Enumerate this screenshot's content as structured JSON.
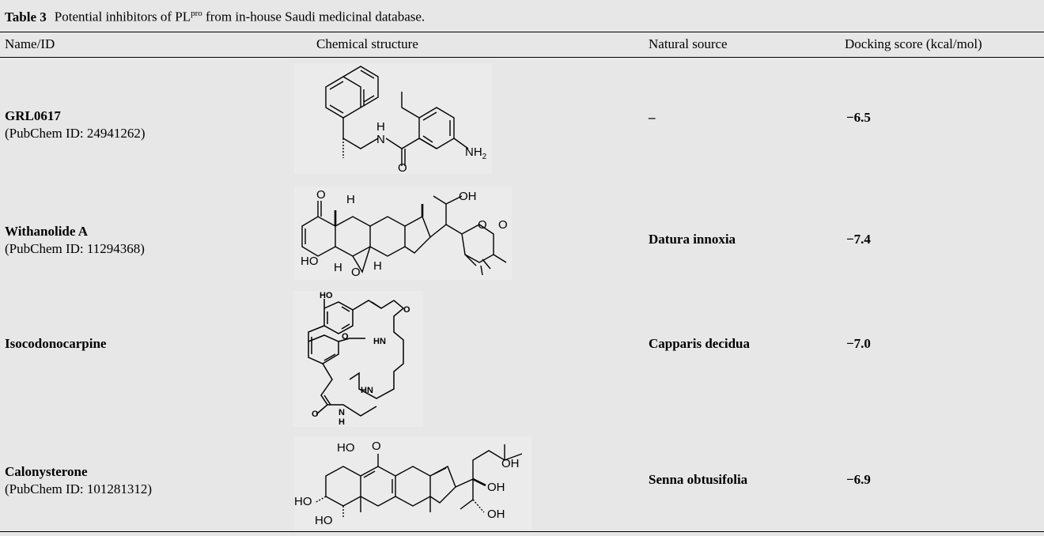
{
  "caption": {
    "label": "Table 3",
    "text_before": "Potential inhibitors of PL",
    "superscript": "pro",
    "text_after": " from in-house Saudi medicinal database."
  },
  "headers": {
    "name": "Name/ID",
    "structure": "Chemical structure",
    "source": "Natural source",
    "score": "Docking score (kcal/mol)"
  },
  "rows": [
    {
      "name": "GRL0617",
      "id": "(PubChem ID: 24941262)",
      "source": "–",
      "score": "−6.5",
      "atoms": {
        "nh": "H",
        "n": "N",
        "o": "O",
        "nh2": "NH",
        "nh2_sub": "2"
      }
    },
    {
      "name": "Withanolide A",
      "id": "(PubChem ID: 11294368)",
      "source": "Datura innoxia",
      "score": "−7.4",
      "atoms": {
        "o_top": "O",
        "h1": "H",
        "oh": "OH",
        "o_ring": "O",
        "o_keto": "O",
        "ho": "HO",
        "h2": "H",
        "h3": "H",
        "o_epox": "O"
      }
    },
    {
      "name": "Isocodonocarpine",
      "id": "",
      "source": "Capparis decidua",
      "score": "−7.0",
      "atoms": {
        "ho": "HO",
        "o1": "O",
        "o_me": "O",
        "hn1": "HN",
        "hn2": "HN",
        "o2": "O",
        "n": "N",
        "h": "H"
      }
    },
    {
      "name": "Calonysterone",
      "id": "(PubChem ID: 101281312)",
      "source": "Senna obtusifolia",
      "score": "−6.9",
      "atoms": {
        "ho_top": "HO",
        "o_top": "O",
        "oh1": "OH",
        "ho_left": "HO",
        "oh2": "OH",
        "oh3": "OH",
        "ho_bot": "HO"
      }
    }
  ]
}
